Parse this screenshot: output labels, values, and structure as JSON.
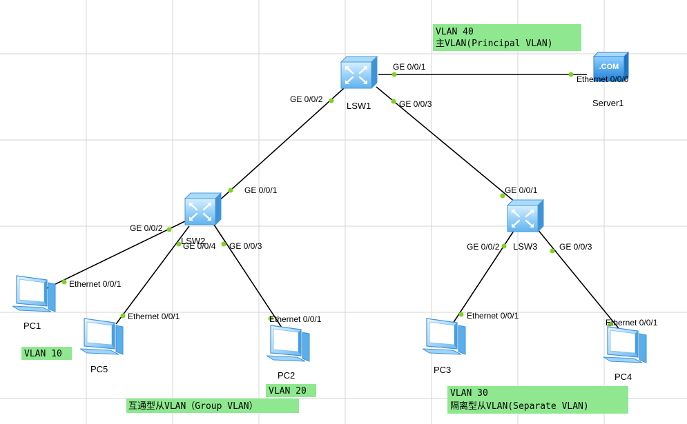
{
  "colors": {
    "background": "#ffffff",
    "grid": "#d4d4d4",
    "link": "#000000",
    "port_dot": "#7ed321",
    "vlan_box": "#8fe88f",
    "device_blue": "#5bb0ef",
    "device_light": "#bfe4fb",
    "server_blue": "#2d8fe0"
  },
  "devices": {
    "lsw1": {
      "label": "LSW1",
      "type": "switch"
    },
    "lsw2": {
      "label": "LSW2",
      "type": "switch"
    },
    "lsw3": {
      "label": "LSW3",
      "type": "switch"
    },
    "server1": {
      "label": "Server1",
      "type": "server",
      "badge": ".COM"
    },
    "pc1": {
      "label": "PC1",
      "type": "pc"
    },
    "pc2": {
      "label": "PC2",
      "type": "pc"
    },
    "pc3": {
      "label": "PC3",
      "type": "pc"
    },
    "pc4": {
      "label": "PC4",
      "type": "pc"
    },
    "pc5": {
      "label": "PC5",
      "type": "pc"
    }
  },
  "ports": {
    "lsw1_server": "GE 0/0/1",
    "server_eth": "Ethernet 0/0/0",
    "lsw1_lsw2": "GE 0/0/2",
    "lsw1_lsw3": "GE 0/0/3",
    "lsw2_up": "GE 0/0/1",
    "lsw2_pc1": "GE 0/0/2",
    "lsw2_pc5": "GE 0/0/4",
    "lsw2_pc2": "GE 0/0/3",
    "pc1_eth": "Ethernet 0/0/1",
    "pc5_eth": "Ethernet 0/0/1",
    "pc2_eth": "Ethernet 0/0/1",
    "lsw3_up": "GE 0/0/1",
    "lsw3_pc3": "GE 0/0/2",
    "lsw3_pc4": "GE 0/0/3",
    "pc3_eth": "Ethernet 0/0/1",
    "pc4_eth": "Ethernet 0/0/1"
  },
  "vlan_labels": {
    "vlan40_line1": "VLAN 40",
    "vlan40_line2": "主VLAN(Principal VLAN)",
    "vlan10": "VLAN 10",
    "vlan20": "VLAN 20",
    "group_vlan": "互通型从VLAN（Group VLAN）",
    "vlan30_line1": "VLAN 30",
    "vlan30_line2": "隔离型从VLAN(Separate VLAN)"
  }
}
